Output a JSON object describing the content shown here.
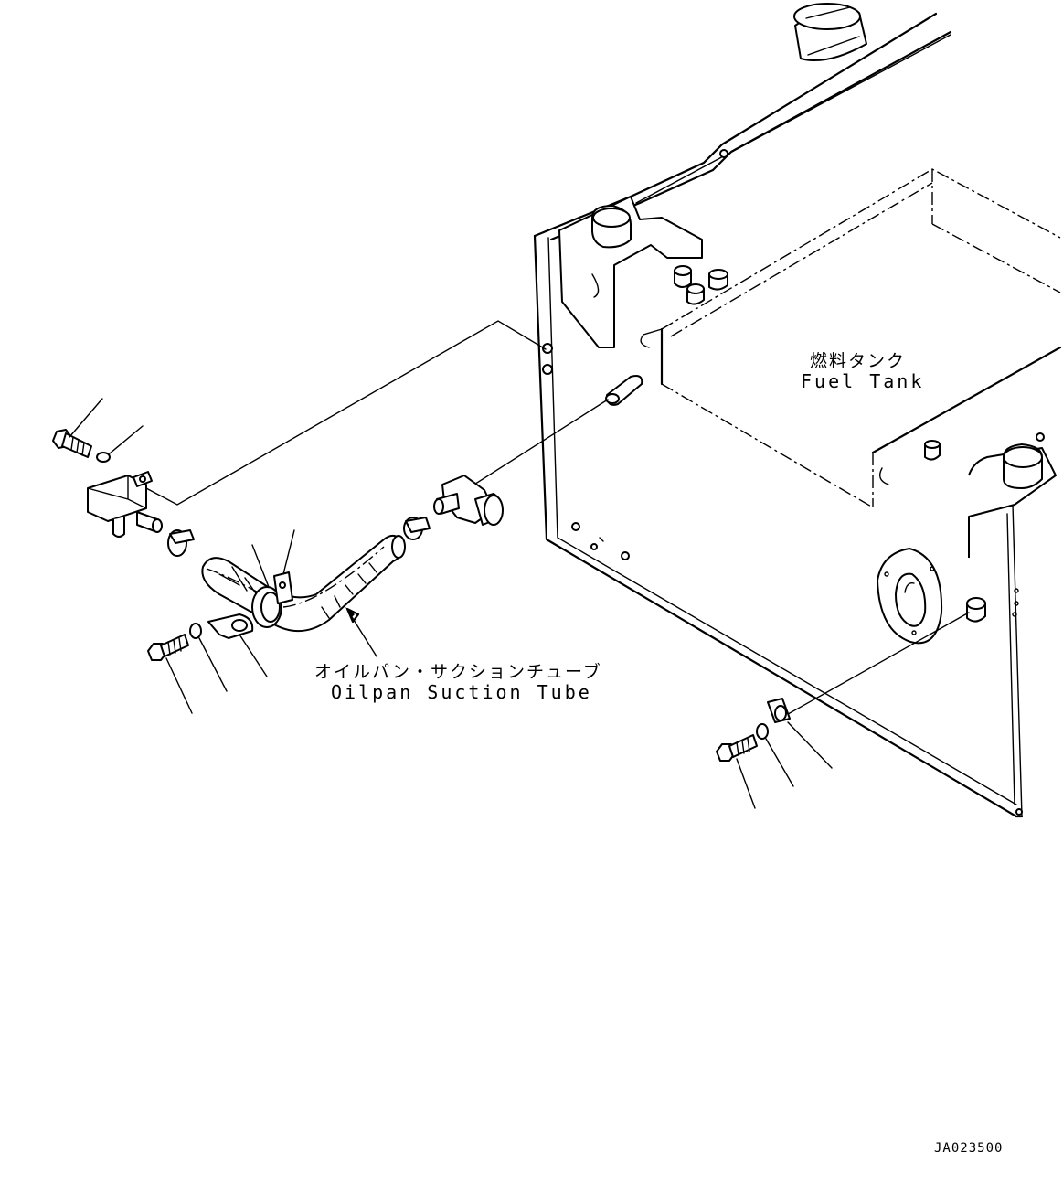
{
  "labels": {
    "fuel_tank_jp": "燃料タンク",
    "fuel_tank_en": "Fuel Tank",
    "suction_tube_jp": "オイルパン・サクションチューブ",
    "suction_tube_en": "Oilpan Suction Tube",
    "drawing_id": "JA023500"
  }
}
